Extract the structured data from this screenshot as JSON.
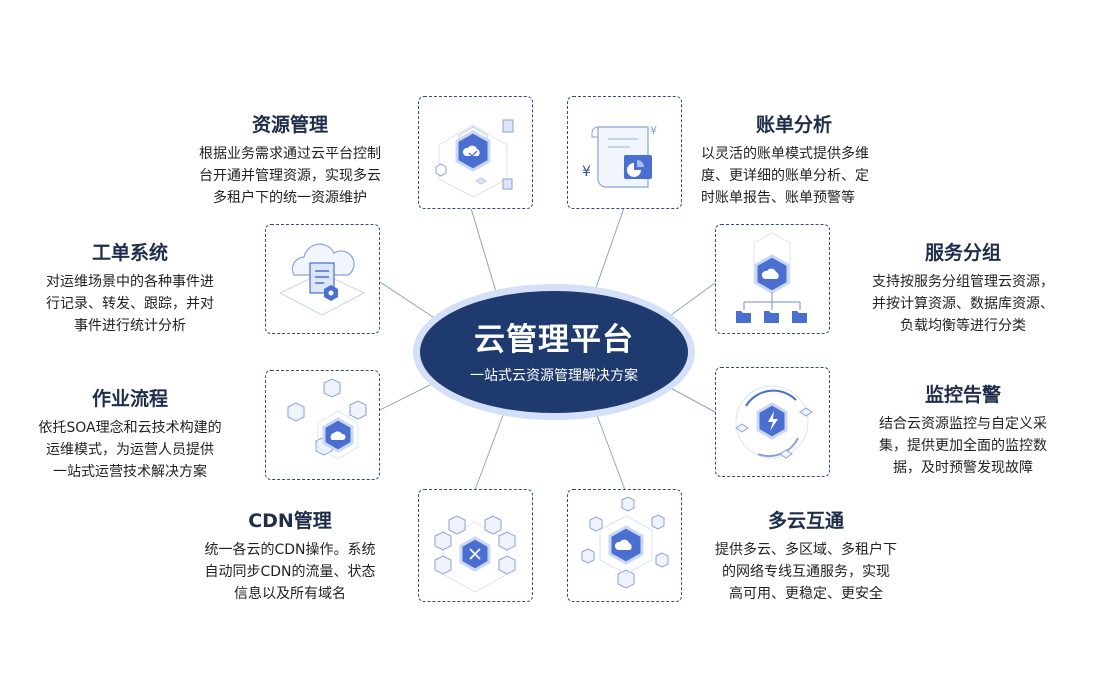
{
  "center": {
    "title": "云管理平台",
    "subtitle": "一站式云资源管理解决方案"
  },
  "modules": [
    {
      "title": "资源管理",
      "desc": [
        "根据业务需求通过云平台控制",
        "台开通并管理资源，实现多云",
        "多租户下的统一资源维护"
      ],
      "icon": "resource-server-icon"
    },
    {
      "title": "账单分析",
      "desc": [
        "以灵活的账单模式提供多维",
        "度、更详细的账单分析、定",
        "时账单报告、账单预警等"
      ],
      "icon": "bill-chart-icon"
    },
    {
      "title": "工单系统",
      "desc": [
        "对运维场景中的各种事件进",
        "行记录、转发、跟踪，并对",
        "事件进行统计分析"
      ],
      "icon": "ticket-document-icon"
    },
    {
      "title": "服务分组",
      "desc": [
        "支持按服务分组管理云资源，",
        "并按计算资源、数据库资源、",
        "负载均衡等进行分类"
      ],
      "icon": "service-group-icon"
    },
    {
      "title": "作业流程",
      "desc": [
        "依托SOA理念和云技术构建的",
        "运维模式，为运营人员提供",
        "一站式运营技术解决方案"
      ],
      "icon": "workflow-cubes-icon"
    },
    {
      "title": "监控告警",
      "desc": [
        "结合云资源监控与自定义采",
        "集，提供更加全面的监控数",
        "据，及时预警发现故障"
      ],
      "icon": "monitor-alert-icon"
    },
    {
      "title": "CDN管理",
      "desc": [
        "统一各云的CDN操作。系统",
        "自动同步CDN的流量、状态",
        "信息以及所有域名"
      ],
      "icon": "cdn-network-icon"
    },
    {
      "title": "多云互通",
      "desc": [
        "提供多云、多区域、多租户下",
        "的网络专线互通服务，实现",
        "高可用、更稳定、更安全"
      ],
      "icon": "multicloud-link-icon"
    }
  ]
}
